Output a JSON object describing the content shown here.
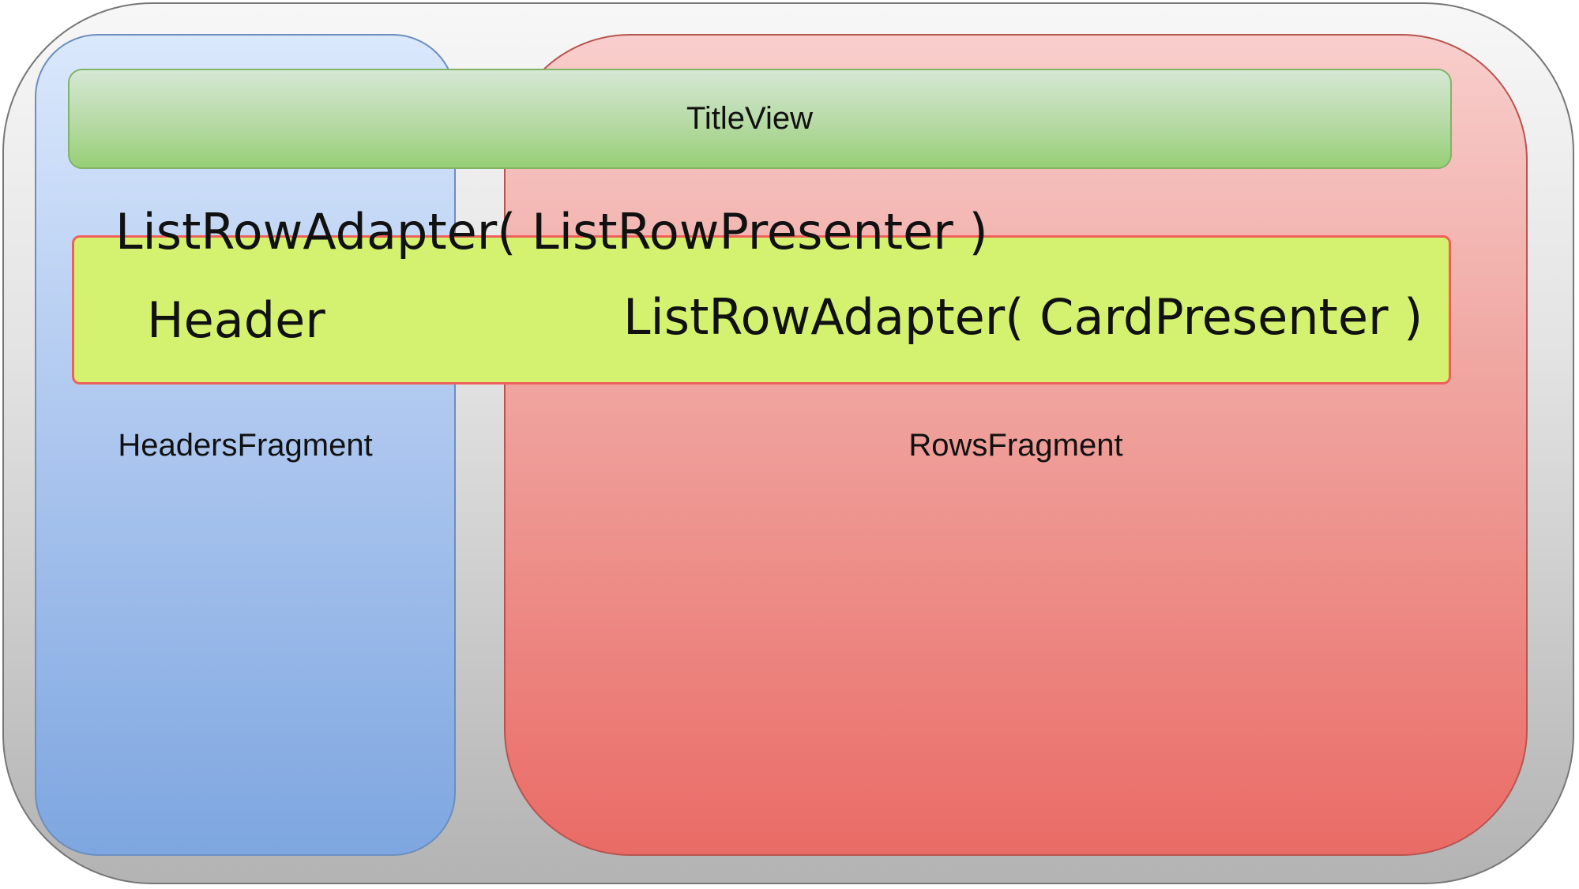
{
  "diagram": {
    "title_view": {
      "label": "TitleView",
      "fill_color": "#97d077",
      "border_color": "#82b366"
    },
    "headers_fragment": {
      "label": "HeadersFragment",
      "fill_color": "#7ea6e0",
      "border_color": "#6c8ebf"
    },
    "rows_fragment": {
      "label": "RowsFragment",
      "fill_color": "#ea6b66",
      "border_color": "#b85450"
    },
    "list_row": {
      "adapter_label": "ListRowAdapter( ListRowPresenter )",
      "header_label": "Header",
      "card_adapter_label": "ListRowAdapter( CardPresenter )",
      "fill_color": "#d4f26f",
      "border_color": "#f0605a"
    },
    "container": {
      "fill_color": "#b3b3b3",
      "border_color": "#777777"
    }
  }
}
